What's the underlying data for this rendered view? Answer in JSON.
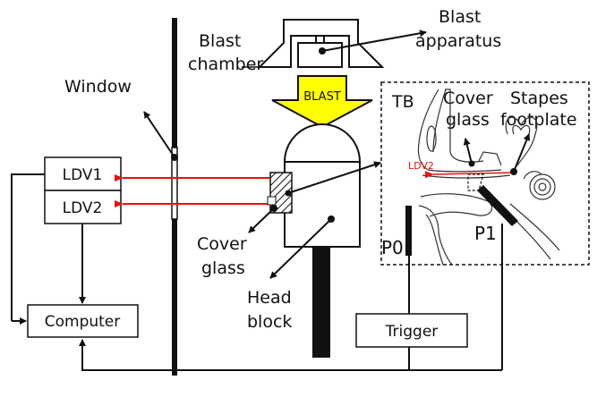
{
  "diagram": {
    "labels": {
      "blast_chamber": [
        "Blast",
        "chamber"
      ],
      "blast_apparatus": [
        "Blast",
        "apparatus"
      ],
      "window": "Window",
      "blast_arrow": "BLAST",
      "cover_glass_left": [
        "Cover",
        "glass"
      ],
      "head_block": [
        "Head",
        "block"
      ],
      "tb": "TB",
      "cover_glass_inset": [
        "Cover",
        "glass"
      ],
      "stapes_footplate": [
        "Stapes",
        "footplate"
      ],
      "ldv2_inset": "LDV2",
      "p0": "P0",
      "p1": "P1"
    },
    "boxes": {
      "ldv1": "LDV1",
      "ldv2": "LDV2",
      "computer": "Computer",
      "trigger": "Trigger"
    },
    "colors": {
      "laser": "#e81010",
      "blast_arrow": "#ffff00",
      "line": "#111111"
    }
  }
}
